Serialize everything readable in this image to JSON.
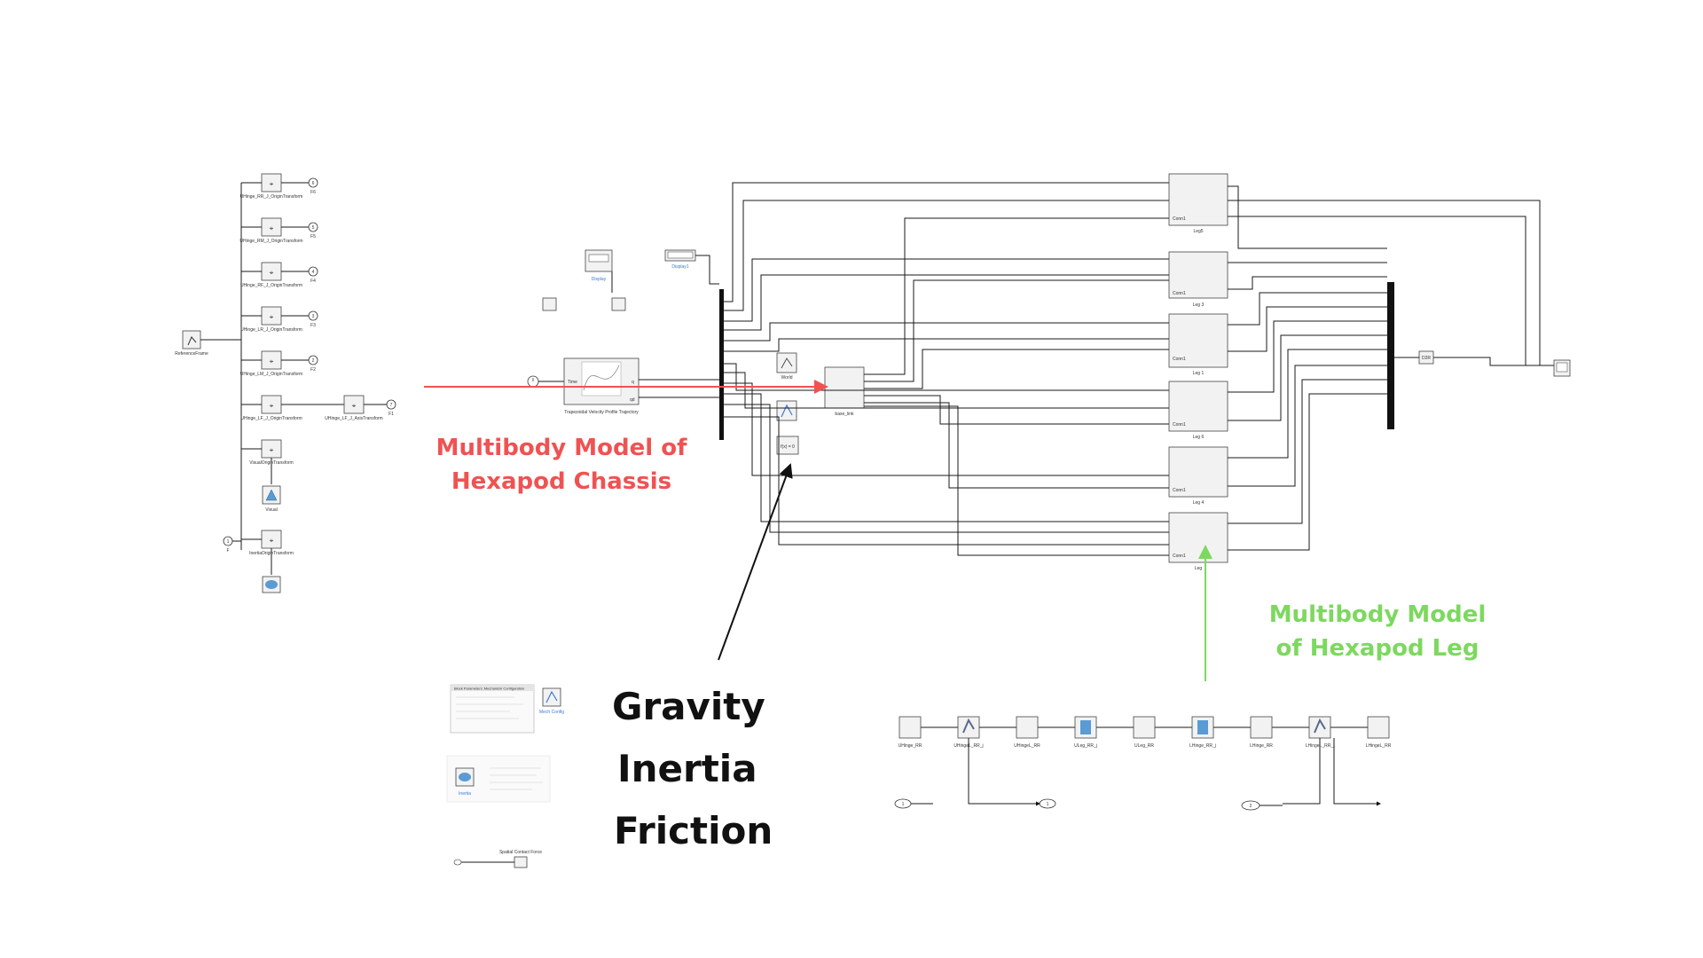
{
  "chassis_annotation": {
    "line1": "Multibody Model of",
    "line2": "Hexapod Chassis",
    "color": "#f05252"
  },
  "leg_annotation": {
    "line1": "Multibody Model",
    "line2": "of Hexapod Leg",
    "color": "#7dd85f"
  },
  "physics_list": {
    "item1": "Gravity",
    "item2": "Inertia",
    "item3": "Friction"
  },
  "chassis_subsystem": {
    "reference_frame": "ReferenceFrame",
    "transforms": [
      {
        "label": "UHinge_RR_J_OriginTransform",
        "port": "6",
        "port_label": "F6"
      },
      {
        "label": "UHinge_RM_J_OriginTransform",
        "port": "5",
        "port_label": "F5"
      },
      {
        "label": "UHinge_RF_J_OriginTransform",
        "port": "4",
        "port_label": "F4"
      },
      {
        "label": "UHinge_LR_J_OriginTransform",
        "port": "3",
        "port_label": "F3"
      },
      {
        "label": "UHinge_LM_J_OriginTransform",
        "port": "2",
        "port_label": "F2"
      },
      {
        "label": "UHinge_LF_J_OriginTransform",
        "port": "",
        "port_label": ""
      },
      {
        "label": "VisualOriginTransform",
        "port": "",
        "port_label": ""
      },
      {
        "label": "InertiaOriginTransform",
        "port": "",
        "port_label": ""
      }
    ],
    "axis_transform": "UHinge_LF_J_AxisTransform",
    "axis_port": "7",
    "axis_port_label": "F1",
    "visual": "Visual",
    "input_port": "1",
    "input_port_label": "F"
  },
  "main_model": {
    "display1": "Display",
    "display2": "Display1",
    "trajectory": "Trapezoidal Velocity Profile Trajectory",
    "trajectory_in": "Time",
    "trajectory_out1": "q",
    "trajectory_out2": "qd",
    "world": "World",
    "base_link": "base_link",
    "fx_block": "f(x) = 0",
    "legs": [
      "Leg5",
      "Leg 3",
      "Leg 1",
      "Leg 6",
      "Leg 4",
      "Leg"
    ],
    "conn_label": "Conn1",
    "d2r": "D2R"
  },
  "leg_chain": {
    "blocks": [
      "UHinge_RR",
      "UHingeL_RR_j",
      "UHingeL_RR",
      "ULeg_RR_j",
      "ULeg_RR",
      "LHinge_RR_j",
      "LHinge_RR",
      "LHingeL_RR_j",
      "LHingeL_RR"
    ],
    "port_in1": "1",
    "port_out1": "1",
    "port_in2": "2"
  },
  "mechanism_config": {
    "title": "Block Parameters: Mechanism Configuration",
    "caption": "Mech Config",
    "inertia_label": "Inertia",
    "force_label": "Spatial Contact Force"
  }
}
